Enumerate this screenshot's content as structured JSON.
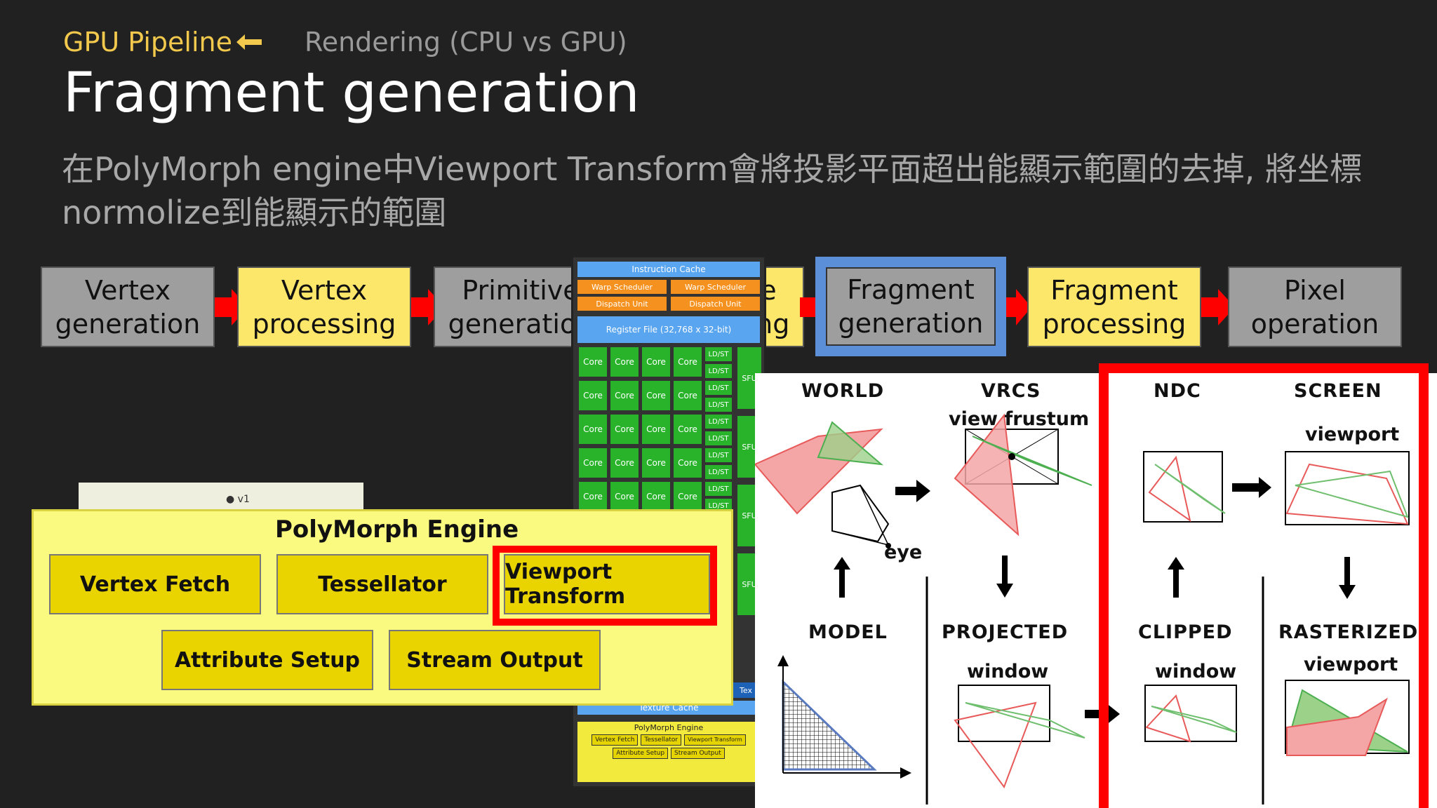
{
  "header": {
    "breadcrumb_current": "GPU Pipeline",
    "breadcrumb_other": "Rendering (CPU vs GPU)",
    "title": "Fragment generation",
    "description": "在PolyMorph engine中Viewport Transform會將投影平面超出能顯示範圍的去掉, 將坐標normolize到能顯示的範圍"
  },
  "pipeline": {
    "stages": [
      {
        "line1": "Vertex",
        "line2": "generation",
        "color": "#9e9e9e"
      },
      {
        "line1": "Vertex",
        "line2": "processing",
        "color": "#fce76a"
      },
      {
        "line1": "Primitive",
        "line2": "generation",
        "color": "#9e9e9e"
      },
      {
        "line1": "Primitive",
        "line2": "processing",
        "color": "#fce76a"
      },
      {
        "line1": "Fragment",
        "line2": "generation",
        "color": "#9e9e9e",
        "highlight": "#5b8fd8"
      },
      {
        "line1": "Fragment",
        "line2": "processing",
        "color": "#fce76a"
      },
      {
        "line1": "Pixel",
        "line2": "operation",
        "color": "#9e9e9e"
      }
    ],
    "arrow_color": "#ff0000"
  },
  "sm": {
    "instruction_cache": "Instruction Cache",
    "warp_scheduler": "Warp Scheduler",
    "dispatch_unit": "Dispatch Unit",
    "register_file": "Register File (32,768 x 32-bit)",
    "core": "Core",
    "ldst": "LD/ST",
    "sfu": "SFU",
    "tex": "Tex",
    "texture_cache": "Texture Cache",
    "polymorph_engine": "PolyMorph Engine",
    "vertex_fetch": "Vertex Fetch",
    "tessellator": "Tessellator",
    "viewport_transform": "Viewport Transform",
    "attribute_setup": "Attribute Setup",
    "stream_output": "Stream Output"
  },
  "polymorph": {
    "title": "PolyMorph Engine",
    "vertex_fetch": "Vertex Fetch",
    "tessellator": "Tessellator",
    "viewport_transform": "Viewport Transform",
    "attribute_setup": "Attribute Setup",
    "stream_output": "Stream Output",
    "vertex_label": "v1",
    "highlight_color": "#ff0000"
  },
  "transform_diagram": {
    "world": "WORLD",
    "vrcs": "VRCS",
    "view_frustum": "view frustum",
    "eye": "eye",
    "model": "MODEL",
    "projected": "PROJECTED",
    "window1": "window",
    "ndc": "NDC",
    "screen": "SCREEN",
    "viewport1": "viewport",
    "clipped": "CLIPPED",
    "window2": "window",
    "rasterized": "RASTERIZED",
    "viewport2": "viewport",
    "highlight_color": "#ff0000"
  }
}
